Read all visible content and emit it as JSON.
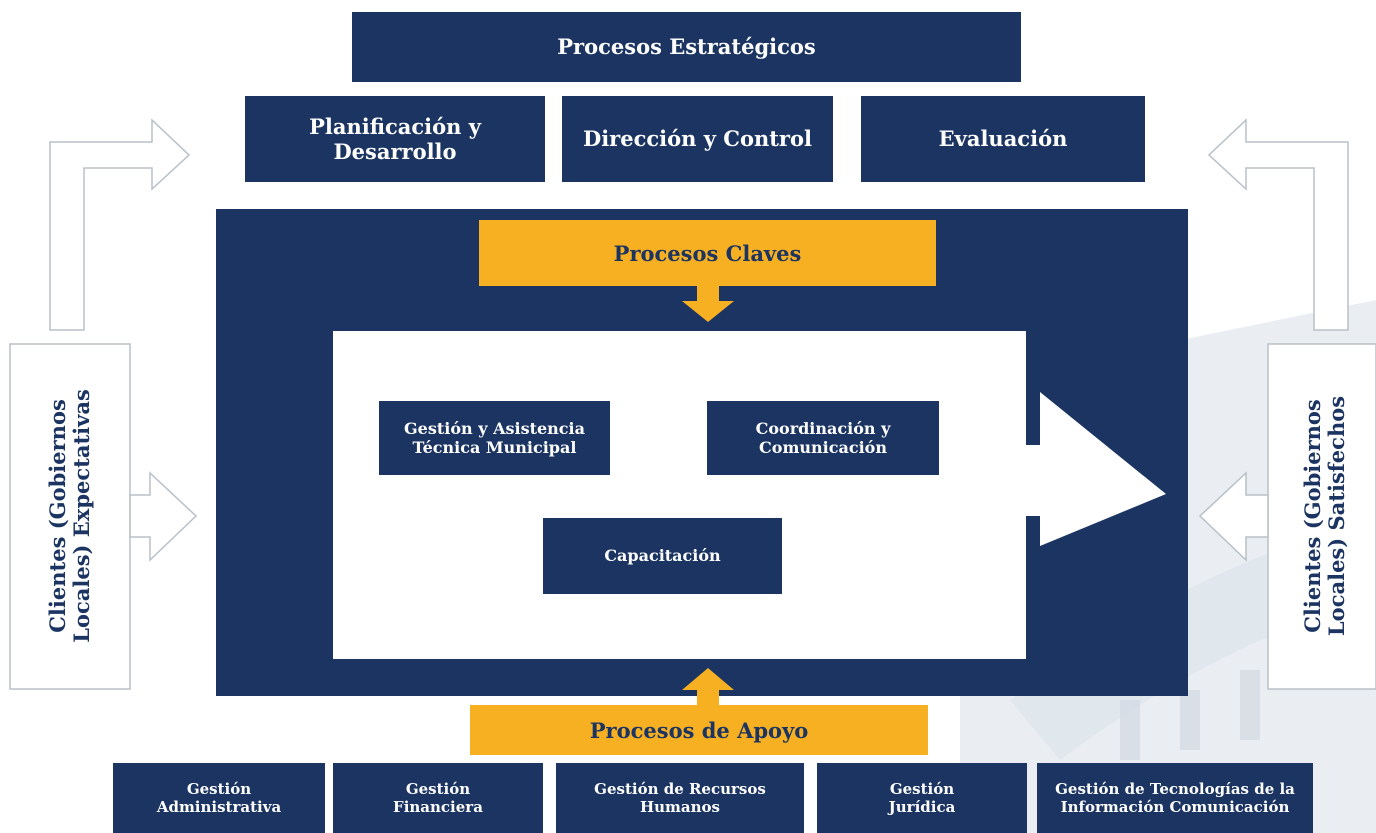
{
  "strategic": {
    "title": "Procesos Estratégicos",
    "items": [
      "Planificación y\nDesarrollo",
      "Dirección y Control",
      "Evaluación"
    ]
  },
  "key": {
    "title": "Procesos Claves",
    "items": [
      "Gestión y Asistencia\nTécnica Municipal",
      "Coordinación y\nComunicación",
      "Capacitación"
    ]
  },
  "support": {
    "title": "Procesos de Apoyo",
    "items": [
      "Gestión\nAdministrativa",
      "Gestión\nFinanciera",
      "Gestión de Recursos\nHumanos",
      "Gestión\nJurídica",
      "Gestión de Tecnologías de la\nInformación Comunicación"
    ]
  },
  "clients": {
    "left": "Clientes (Gobiernos\nLocales) Expectativas",
    "right": "Clientes (Gobiernos\nLocales) Satisfechos"
  },
  "colors": {
    "navy": "#1b3461",
    "gold": "#f7b022",
    "arrow_outline": "#b8c0c8"
  }
}
